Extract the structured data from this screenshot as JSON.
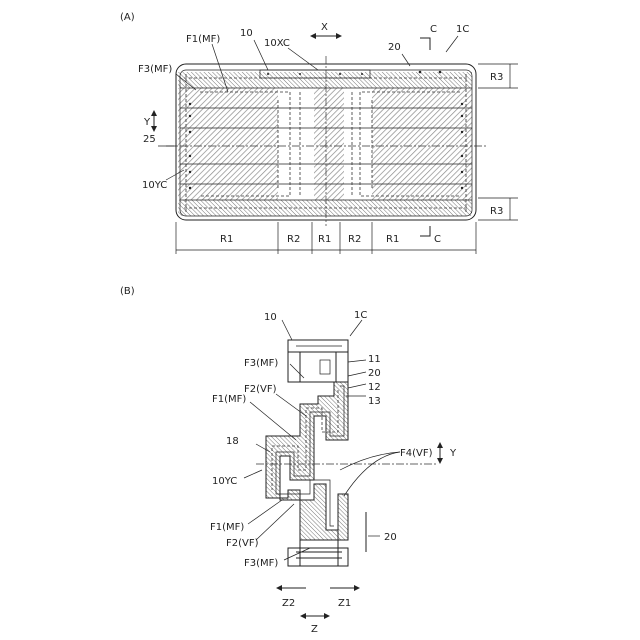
{
  "panel_a": {
    "caption": "(A)",
    "labels": {
      "f1_mf": "F1(MF)",
      "item_10": "10",
      "item_10xc": "10XC",
      "axis_x": "X",
      "section_c_top": "C",
      "item_1c": "1C",
      "item_20": "20",
      "f3_mf": "F3(MF)",
      "axis_y": "Y",
      "item_25": "25",
      "item_10yc": "10YC",
      "section_c_bottom": "C"
    },
    "regions": {
      "r3_top": "R3",
      "r3_bottom": "R3",
      "dims": [
        "R1",
        "R2",
        "R1",
        "R2",
        "R1"
      ]
    }
  },
  "panel_b": {
    "caption": "(B)",
    "labels": {
      "item_10": "10",
      "item_1c": "1C",
      "f3_mf_top": "F3(MF)",
      "item_11": "11",
      "item_20_top": "20",
      "item_12": "12",
      "item_13": "13",
      "f2_vf_top": "F2(VF)",
      "f1_mf_top": "F1(MF)",
      "item_18": "18",
      "f4_vf": "F4(VF)",
      "axis_y": "Y",
      "item_10yc": "10YC",
      "f1_mf_bottom": "F1(MF)",
      "f2_vf_bottom": "F2(VF)",
      "item_20_bottom": "20",
      "f3_mf_bottom": "F3(MF)",
      "z2": "Z2",
      "z1": "Z1",
      "axis_z": "Z"
    }
  },
  "colors": {
    "line": "#222222",
    "hatch": "#8a8a8a"
  }
}
